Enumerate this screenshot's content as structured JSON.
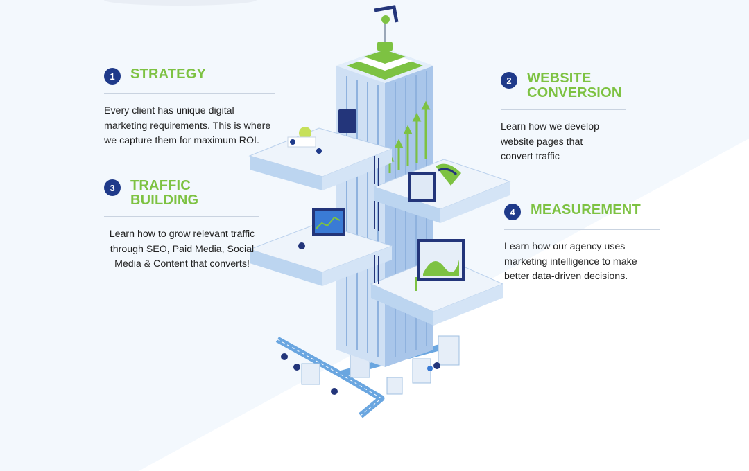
{
  "colors": {
    "accent_green": "#7dc242",
    "badge_navy": "#1f3a8a",
    "rule_gray": "#c9d3e0",
    "text_dark": "#222222"
  },
  "sections": [
    {
      "number": "1",
      "title": "STRATEGY",
      "body": "Every client has unique digital marketing requirements. This is where we capture them for maximum ROI."
    },
    {
      "number": "2",
      "title": "WEBSITE\nCONVERSION",
      "body": "Learn how we develop website pages that convert traffic"
    },
    {
      "number": "3",
      "title": "TRAFFIC BUILDING",
      "body": "Learn how to grow relevant traffic through SEO, Paid Media, Social Media & Content that converts!"
    },
    {
      "number": "4",
      "title": "MEASUREMENT",
      "body": "Learn how our agency uses marketing intelligence to make better data-driven decisions."
    }
  ],
  "illustration": {
    "icons": [
      "isometric-tower-icon",
      "flag-icon",
      "growth-arrows-icon",
      "city-road-icon"
    ]
  }
}
